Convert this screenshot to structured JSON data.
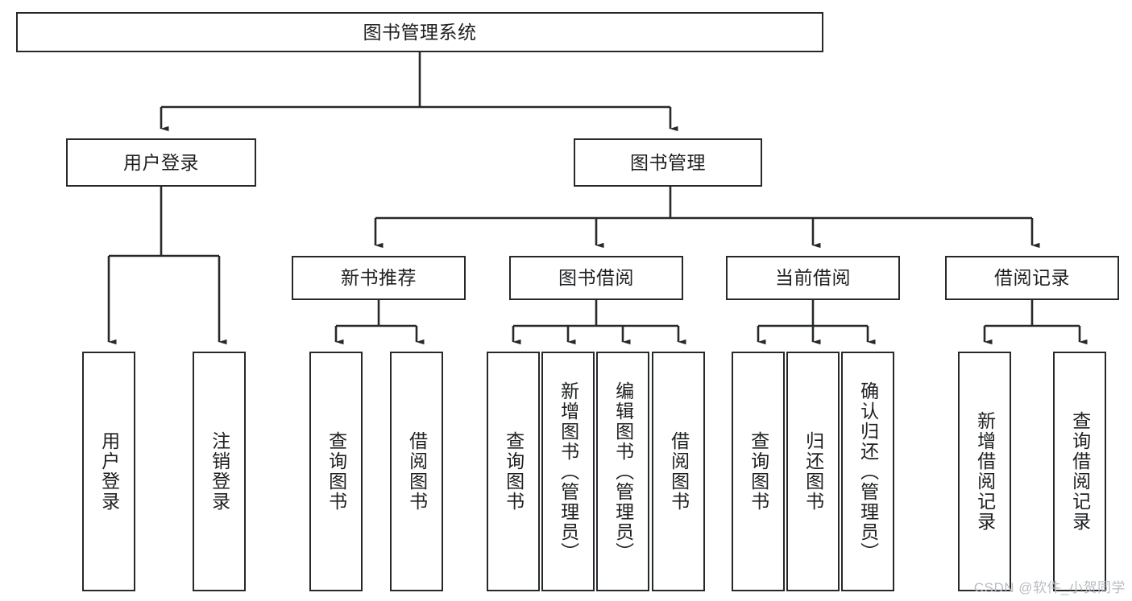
{
  "diagram": {
    "title": "图书管理系统",
    "type": "tree-hierarchy-diagram",
    "colors": {
      "stroke": "#26292b",
      "fill": "#ffffff",
      "text": "#1d1f21",
      "watermark": "#b9bcc0"
    },
    "root": {
      "label": "图书管理系统"
    },
    "level1": [
      {
        "label": "用户登录"
      },
      {
        "label": "图书管理"
      }
    ],
    "level2": [
      {
        "label": "新书推荐"
      },
      {
        "label": "图书借阅"
      },
      {
        "label": "当前借阅"
      },
      {
        "label": "借阅记录"
      }
    ],
    "leaves_user_login": [
      {
        "label": "用户登录"
      },
      {
        "label": "注销登录"
      }
    ],
    "leaves_new_book": [
      {
        "label": "查询图书"
      },
      {
        "label": "借阅图书"
      }
    ],
    "leaves_borrow": [
      {
        "label": "查询图书"
      },
      {
        "label": "新增图书（管理员）"
      },
      {
        "label": "编辑图书（管理员）"
      },
      {
        "label": "借阅图书"
      }
    ],
    "leaves_current": [
      {
        "label": "查询图书"
      },
      {
        "label": "归还图书"
      },
      {
        "label": "确认归还（管理员）"
      }
    ],
    "leaves_record": [
      {
        "label": "新增借阅记录"
      },
      {
        "label": "查询借阅记录"
      }
    ]
  },
  "watermark": {
    "text": "CSDN @软件_小贺同学"
  }
}
